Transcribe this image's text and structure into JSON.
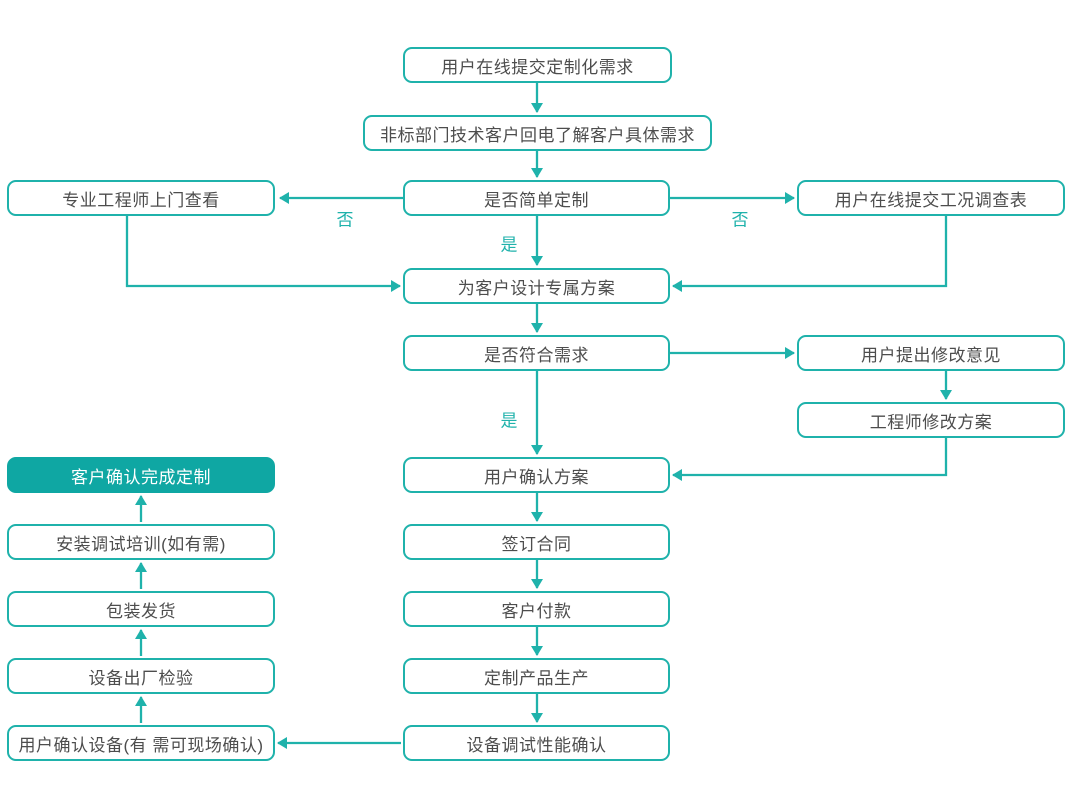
{
  "colors": {
    "accent": "#1FB2AB",
    "node_fill": "#0FA7A3",
    "text": "#4D4D4D",
    "background": "#FFFFFF"
  },
  "nodes": {
    "submit_requirement": "用户在线提交定制化需求",
    "callback": "非标部门技术客户回电了解客户具体需求",
    "engineer_visit": "专业工程师上门查看",
    "simple_decision": "是否简单定制",
    "survey_form": "用户在线提交工况调查表",
    "design_plan": "为客户设计专属方案",
    "meets_decision": "是否符合需求",
    "feedback": "用户提出修改意见",
    "revise_plan": "工程师修改方案",
    "confirm_plan": "用户确认方案",
    "sign_contract": "签订合同",
    "payment": "客户付款",
    "production": "定制产品生产",
    "debug_confirm": "设备调试性能确认",
    "complete": "客户确认完成定制",
    "training": "安装调试培训(如有需)",
    "shipping": "包装发货",
    "factory_inspection": "设备出厂检验",
    "device_confirm": "用户确认设备(有 需可现场确认)"
  },
  "edge_labels": {
    "no_left": "否",
    "no_right": "否",
    "yes_decision": "是",
    "yes_meets": "是"
  }
}
